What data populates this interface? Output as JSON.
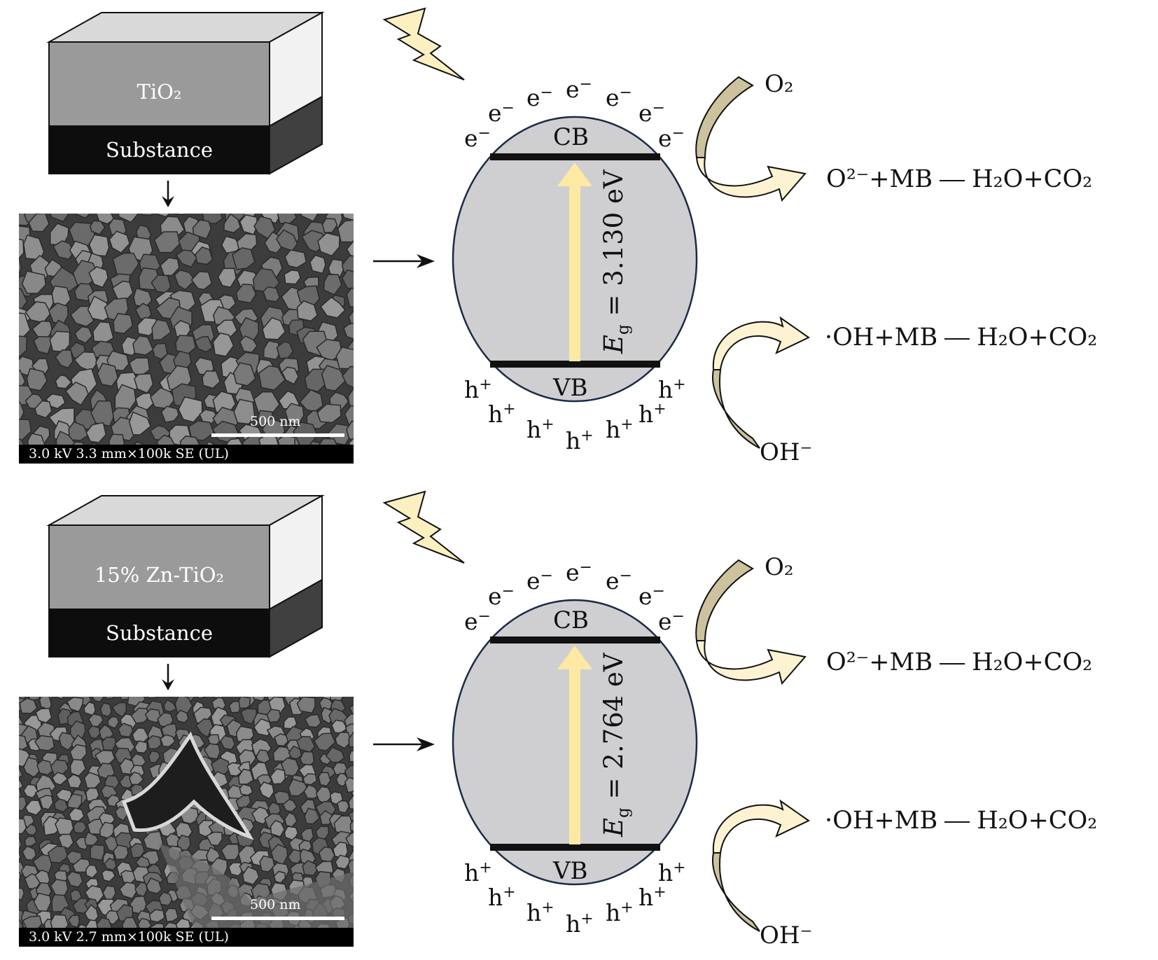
{
  "panels": [
    {
      "layer_label": "TiO₂",
      "substrate_label": "Substance",
      "sem_info": "3.0 kV 3.3 mm×100k SE (UL)",
      "scale_bar": "500 nm",
      "cb_label": "CB",
      "vb_label": "VB",
      "electron": "e",
      "electron_charge": "−",
      "hole": "h",
      "hole_charge": "+",
      "gap_symbol": "E",
      "gap_subscript": "g",
      "gap_value": "= 3.130 eV",
      "o2": "O₂",
      "oh_minus": "OH⁻",
      "reaction_1_left": "O²⁻+MB",
      "reaction_1_right": "H₂O+CO₂",
      "reaction_2_left": "·OH+MB",
      "reaction_2_right": "H₂O+CO₂"
    },
    {
      "layer_label": "15% Zn-TiO₂",
      "substrate_label": "Substance",
      "sem_info": "3.0 kV 2.7 mm×100k SE (UL)",
      "scale_bar": "500 nm",
      "cb_label": "CB",
      "vb_label": "VB",
      "electron": "e",
      "electron_charge": "−",
      "hole": "h",
      "hole_charge": "+",
      "gap_symbol": "E",
      "gap_subscript": "g",
      "gap_value": "= 2.764 eV",
      "o2": "O₂",
      "oh_minus": "OH⁻",
      "reaction_1_left": "O²⁻+MB",
      "reaction_1_right": "H₂O+CO₂",
      "reaction_2_left": "·OH+MB",
      "reaction_2_right": "H₂O+CO₂"
    }
  ],
  "colors": {
    "box_front": "#9a9a9a",
    "box_top": "#d9d9d9",
    "box_side": "#f2f2f2",
    "substrate_front": "#0d0d0d",
    "substrate_side": "#404040",
    "ellipse_fill": "#cfcfd2",
    "ellipse_stroke": "#1c2a44",
    "gap_arrow": "#fde9a3",
    "bolt_fill": "#fcf0c0",
    "arrow_o2": "#cdc29e",
    "arrow_products": "#fdf3d2"
  },
  "icons": {
    "light": "lightning-icon",
    "flow": "arrow-right-icon",
    "down": "arrow-down-icon"
  }
}
